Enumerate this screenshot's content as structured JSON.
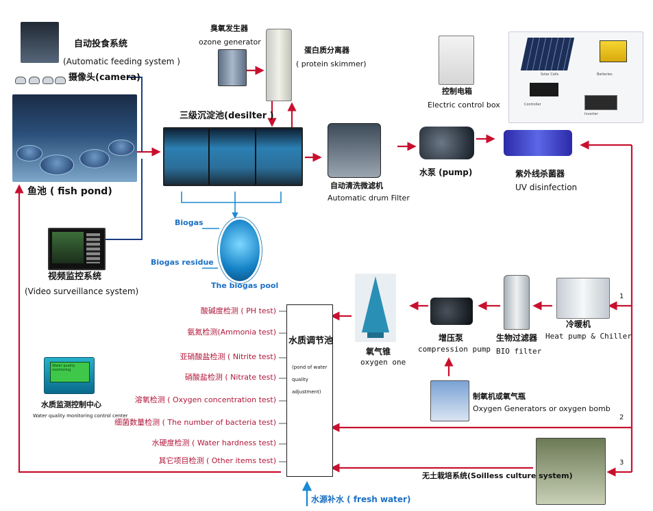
{
  "labels": {
    "feeding_zh": "自动投食系统",
    "feeding_en": "(Automatic feeding system )",
    "camera": "摄像头(camera)",
    "fish_pond": "鱼池 ( fish pond)",
    "video_zh": "视频监控系统",
    "video_en": "(Video surveillance system)",
    "ozone_zh": "臭氧发生器",
    "ozone_en": "ozone generator",
    "skimmer_zh": "蛋白质分离器",
    "skimmer_en": "( protein skimmer)",
    "desilter": "三级沉淀池(desilter )",
    "control_zh": "控制电箱",
    "control_en": "Electric control box",
    "drum_zh": "自动清洗微滤机",
    "drum_en": "Automatic drum Filter",
    "pump": "水泵 (pump)",
    "uv_zh": "紫外线杀菌器",
    "uv_en": "UV disinfection",
    "biogas": "Biogas",
    "biogas_residue": "Biogas residue",
    "biogas_pool": "The biogas pool",
    "adjust_zh": "水质调节池",
    "adjust_en": "(pond of water quality adjustment)",
    "oxcone_zh": "氧气锥",
    "oxcone_en": "oxygen one",
    "boost_zh": "增压泵",
    "boost_en": "compression pump",
    "biofilter_zh": "生物过滤器",
    "biofilter_en": "BIO filter",
    "heat_zh": "冷暖机",
    "heat_en": "Heat pump & Chiller",
    "oxgen_zh": "制氧机或氧气瓶",
    "oxgen_en": "Oxygen Generators or oxygen bomb",
    "soilless": "无土栽培系统(Soilless culture system)",
    "freshwater": "水源补水 ( fresh water)",
    "wqm_zh": "水质监测控制中心",
    "wqm_en": "Water quality monitoring control center",
    "branch_1": "1",
    "branch_2": "2",
    "branch_3": "3"
  },
  "tests": [
    "酸碱度检测 ( PH test)",
    "氨氮检测(Ammonia test)",
    "亚硝酸盐检测 ( Nitrite test)",
    "硝酸盐检测 ( Nitrate test)",
    "溶氧检测 ( Oxygen concentration  test)",
    "细菌数量检测 ( The number of bacteria test)",
    "水硬度检测 ( Water hardness test)",
    "其它项目检测 ( Other items test)"
  ],
  "solar_labels": {
    "cells": "Solar Cells",
    "batteries": "Batteries",
    "controller": "Controller",
    "inverter": "Inverter"
  },
  "wqm_screen": "Water quality monitoring",
  "colors": {
    "flow_red": "#c8102e",
    "water_blue": "#1a8ad4",
    "dark_line": "#1a3d80"
  }
}
